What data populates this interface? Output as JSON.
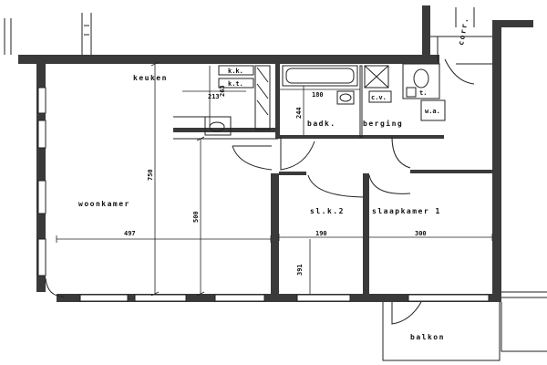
{
  "rooms": {
    "keuken": "keuken",
    "woonkamer": "woonkamer",
    "badkamer": "badk.",
    "berging": "berging",
    "slaapkamer2": "sl.k.2",
    "slaapkamer1": "slaapkamer 1",
    "balkon": "balkon",
    "corridor": "corr."
  },
  "fixtures": {
    "kk": "k.k.",
    "kt": "k.t.",
    "cv": "c.v.",
    "wa": "w.a.",
    "t": "t."
  },
  "dimensions": {
    "d263": "263",
    "d213": "213",
    "d180": "180",
    "d244": "244",
    "d750": "750",
    "d500": "500",
    "d497": "497",
    "d190": "190",
    "d300": "300",
    "d391": "391"
  }
}
